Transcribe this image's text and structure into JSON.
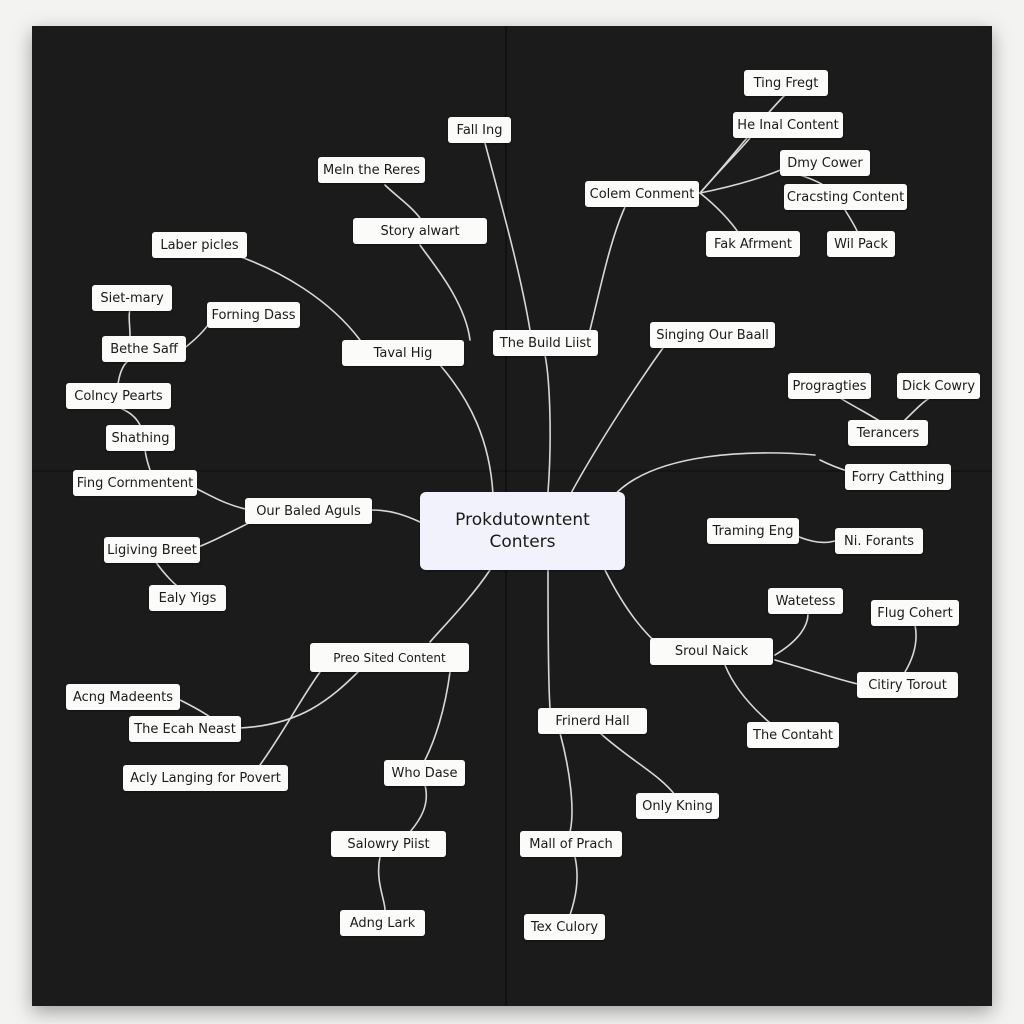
{
  "center": {
    "label": "Prokdutowntent Conters"
  },
  "nodes": {
    "fall_ing": "Fall Ing",
    "meln_the_reres": "Meln the Reres",
    "story_alwart": "Story alwart",
    "laber_picles": "Laber picles",
    "tavel_hig": "Taval Hig",
    "the_build_list": "The Build Liist",
    "colem_conment": "Colem Conment",
    "ting_fregt": "Ting Fregt",
    "he_inal_content": "He Inal Content",
    "dmy_cower": "Dmy Cower",
    "crascting_content": "Cracsting Content",
    "fak_afrment": "Fak Afrment",
    "wil_pack": "Wil Pack",
    "singing_our_baall": "Singing Our Baall",
    "progragties": "Progragties",
    "dick_cowry": "Dick Cowry",
    "terancers": "Terancers",
    "forry_catthing": "Forry Catthing",
    "traming_eng": "Traming Eng",
    "ni_forants": "Ni. Forants",
    "sietmary": "Siet-mary",
    "forning_dass": "Forning Dass",
    "bethe_saff": "Bethe Saff",
    "colncy_pearts": "Colncy Pearts",
    "shathing": "Shathing",
    "fing_cornmentent": "Fing Cornmentent",
    "our_baled_aguls": "Our Baled Aguls",
    "ligiving_breet": "Ligiving Breet",
    "ealy_yigs": "Ealy Yigs",
    "watetess": "Watetess",
    "flug_cohert": "Flug Cohert",
    "sroul_naick": "Sroul Naick",
    "citiry_torout": "Citiry Torout",
    "the_contaht": "The Contaht",
    "preo_sited_content": "Preo Sited Content",
    "acng_madeents": "Acng Madeents",
    "the_ecah_nest": "The Ecah Neast",
    "acly_langing": "Acly Langing for Povert",
    "who_dase": "Who Dase",
    "salowry_piist": "Salowry Piist",
    "adng_lark": "Adng Lark",
    "frinerd_hall": "Frinerd Hall",
    "only_kning": "Only Kning",
    "mall_of_prach": "Mall of Prach",
    "tex_culory": "Tex Culory"
  }
}
